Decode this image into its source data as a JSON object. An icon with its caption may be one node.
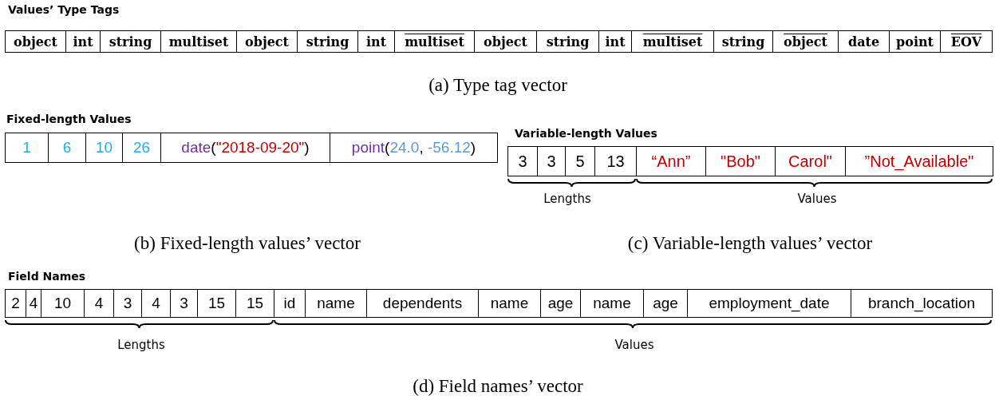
{
  "diagram": {
    "nodes": [
      {
        "text": [
          "Values’ Type Tags"
        ]
      },
      {
        "text": [
          "object"
        ],
        "in": 0
      },
      {
        "text": [
          "int"
        ],
        "in": 0
      },
      {
        "text": [
          "string"
        ],
        "in": 0
      },
      {
        "text": [
          "multiset"
        ],
        "in": 0
      },
      {
        "text": [
          "object"
        ],
        "in": 0
      },
      {
        "text": [
          "string"
        ],
        "in": 0
      },
      {
        "text": [
          "int"
        ],
        "in": 0
      },
      {
        "text": [
          "multiset"
        ],
        "in": 0
      },
      {
        "text": [
          "object"
        ],
        "in": 0
      },
      {
        "text": [
          "string"
        ],
        "in": 0
      },
      {
        "text": [
          "int"
        ],
        "in": 0
      },
      {
        "text": [
          "multiset"
        ],
        "in": 0
      },
      {
        "text": [
          "string"
        ],
        "in": 0
      },
      {
        "text": [
          "object"
        ],
        "in": 0
      },
      {
        "text": [
          "date"
        ],
        "in": 0
      },
      {
        "text": [
          "point"
        ],
        "in": 0
      },
      {
        "text": [
          "EOV"
        ],
        "in": 0
      },
      {
        "text": [
          "Fixed-length Values"
        ]
      },
      {
        "text": [
          "1"
        ],
        "in": 18
      },
      {
        "text": [
          "6"
        ],
        "in": 18
      },
      {
        "text": [
          "10"
        ],
        "in": 18
      },
      {
        "text": [
          "26"
        ],
        "in": 18
      },
      {
        "text": [
          "date(\"2018-09-20\")"
        ],
        "in": 18
      },
      {
        "text": [
          "point(24.0, -56.12)"
        ],
        "in": 18
      },
      {
        "text": [
          "Variable-length Values"
        ]
      },
      {
        "text": [
          "3"
        ],
        "in": 25
      },
      {
        "text": [
          "3"
        ],
        "in": 25
      },
      {
        "text": [
          "5"
        ],
        "in": 25
      },
      {
        "text": [
          "13"
        ],
        "in": 25
      },
      {
        "text": [
          "“Ann”"
        ],
        "in": 25
      },
      {
        "text": [
          "\"Bob\""
        ],
        "in": 25
      },
      {
        "text": [
          "Carol\""
        ],
        "in": 25
      },
      {
        "text": [
          "”Not_Available\""
        ],
        "in": 25
      },
      {
        "text": [
          "Field Names"
        ]
      },
      {
        "text": [
          "2"
        ],
        "in": 34
      },
      {
        "text": [
          "4"
        ],
        "in": 34
      },
      {
        "text": [
          "10"
        ],
        "in": 34
      },
      {
        "text": [
          "4"
        ],
        "in": 34
      },
      {
        "text": [
          "3"
        ],
        "in": 34
      },
      {
        "text": [
          "4"
        ],
        "in": 34
      },
      {
        "text": [
          "3"
        ],
        "in": 34
      },
      {
        "text": [
          "15"
        ],
        "in": 34
      },
      {
        "text": [
          "15"
        ],
        "in": 34
      },
      {
        "text": [
          "id"
        ],
        "in": 34
      },
      {
        "text": [
          "name"
        ],
        "in": 34
      },
      {
        "text": [
          "dependents"
        ],
        "in": 34
      },
      {
        "text": [
          "name"
        ],
        "in": 34
      },
      {
        "text": [
          "age"
        ],
        "in": 34
      },
      {
        "text": [
          "name"
        ],
        "in": 34
      },
      {
        "text": [
          "age"
        ],
        "in": 34
      },
      {
        "text": [
          "employment_date"
        ],
        "in": 34
      },
      {
        "text": [
          "branch_location"
        ],
        "in": 34
      }
    ],
    "labels": [
      "(a) Type tag vector",
      "Lengths",
      "Values",
      "(b) Fixed-length values’ vector",
      "(c) Variable-length values’ vector",
      "Lengths",
      "Values",
      "(d) Field names’ vector"
    ]
  }
}
